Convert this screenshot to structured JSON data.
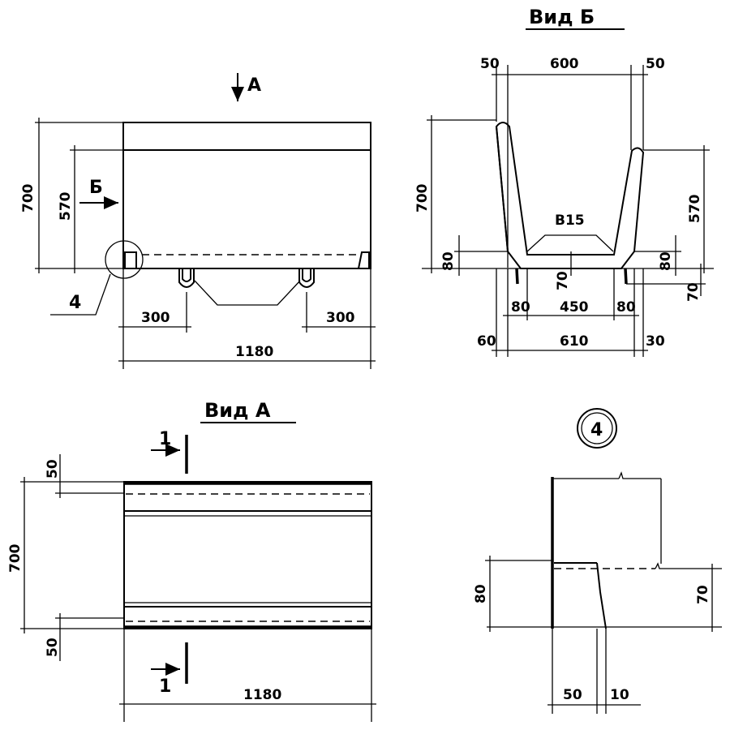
{
  "views": {
    "front": {
      "arrow_a": "А",
      "arrow_b": "Б",
      "callout": "4",
      "dims": {
        "height_total": "700",
        "height_inner": "570",
        "left_support": "300",
        "right_support": "300",
        "length": "1180"
      }
    },
    "view_b": {
      "title": "Вид Б",
      "dims": {
        "top_left": "50",
        "top_span": "600",
        "top_right": "50",
        "height_left": "700",
        "height_right": "570",
        "concrete": "В15",
        "foot_left": "80",
        "foot_right": "80",
        "bottom_70": "70",
        "right_70": "70",
        "bot_left": "80",
        "bot_inner": "450",
        "bot_right": "80",
        "base_left": "60",
        "base_span": "610",
        "base_right": "30"
      }
    },
    "view_a": {
      "title": "Вид А",
      "section_mark": "1",
      "dims": {
        "top_50": "50",
        "height": "700",
        "bottom_50": "50",
        "length": "1180"
      }
    },
    "detail_4": {
      "title": "4",
      "dims": {
        "h80": "80",
        "h70": "70",
        "w50": "50",
        "w10": "10"
      }
    }
  }
}
